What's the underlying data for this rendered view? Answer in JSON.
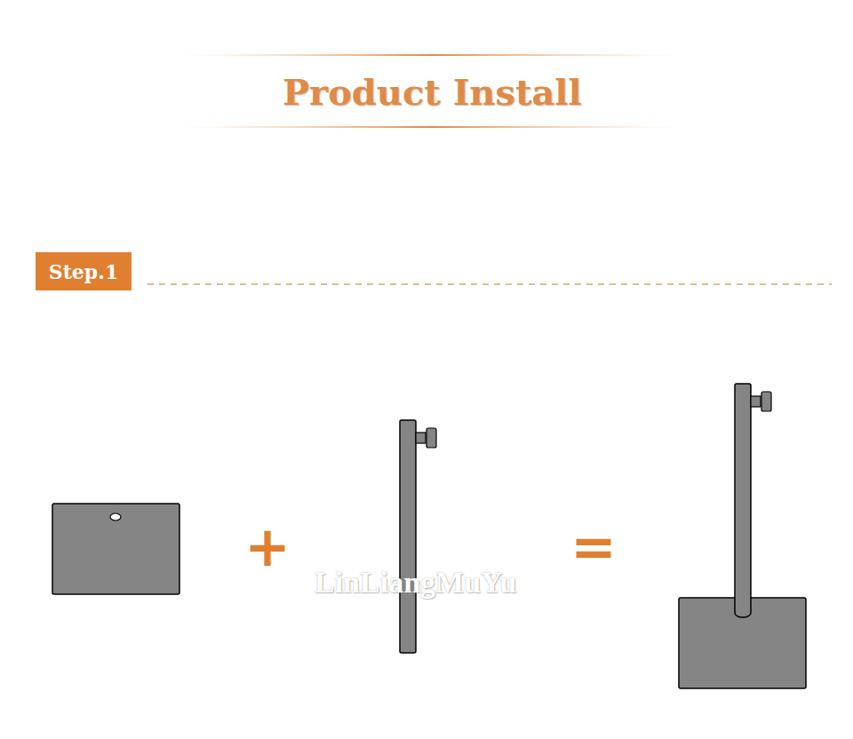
{
  "diagram": {
    "title": "Product Install",
    "nodes": [
      {
        "text": [
          "Step.1"
        ]
      }
    ],
    "labels": [
      "+",
      "=",
      "LinLiangMuYu"
    ]
  }
}
